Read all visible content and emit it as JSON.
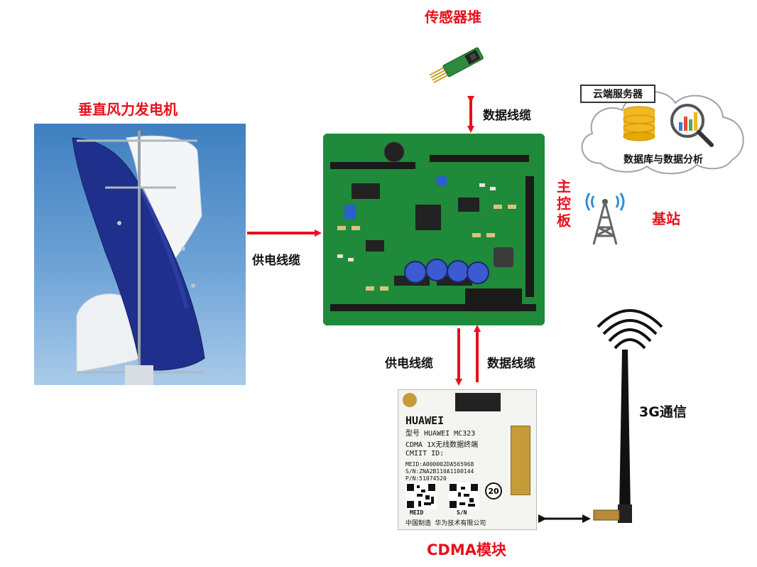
{
  "labels": {
    "sensor_stack": "传感器堆",
    "vertical_wind_turbine": "垂直风力发电机",
    "main_board": "主控板",
    "base_station": "基站",
    "cdma_module": "CDMA模块",
    "comm_3g": "3G通信",
    "cloud_server": "云端服务器",
    "db_analysis": "数据库与数据分析",
    "data_cable_top": "数据线缆",
    "power_cable_left": "供电线缆",
    "power_cable_bottom": "供电线缆",
    "data_cable_bottom": "数据线缆"
  },
  "module_print": {
    "brand": "HUAWEI",
    "model_line": "型号  HUAWEI MC323",
    "cdma_line": "CDMA 1X无线数据终端",
    "cmiit": "CMIIT ID:",
    "meid_line": "MEID:A000002DA565968",
    "sn_line": "S/N:ZNA2B110A1100144",
    "pn_line": "P/N:51074520",
    "meid_caption": "MEID",
    "sn_caption": "S/N",
    "badge": "20",
    "footer": "中国制造  华为技术有限公司"
  },
  "colors": {
    "label_red": "#e8101c",
    "arrow_red": "#e8101c",
    "pcb_green": "#1f8a3a",
    "turbine_blue": "#1f2f8c"
  }
}
